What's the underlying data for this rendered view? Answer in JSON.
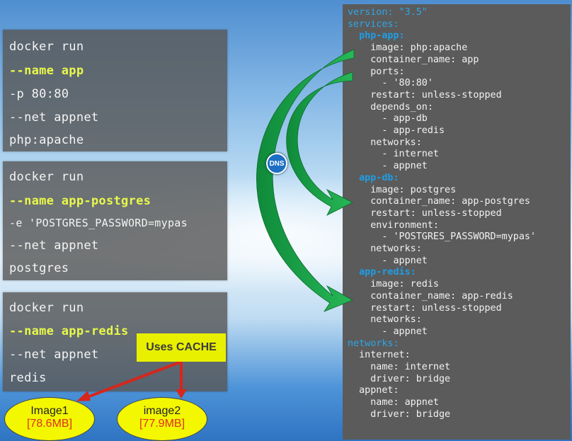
{
  "panels": [
    {
      "lines": [
        "docker run",
        "--name app",
        "-p 80:80",
        "--net appnet",
        "php:apache"
      ]
    },
    {
      "lines": [
        "docker run",
        "--name app-postgres",
        "-e 'POSTGRES_PASSWORD=mypas",
        "--net appnet",
        "postgres"
      ]
    },
    {
      "lines": [
        "docker run",
        "--name app-redis",
        "--net appnet",
        "redis"
      ]
    }
  ],
  "callout": {
    "label": "Uses CACHE"
  },
  "images": [
    {
      "name": "Image1",
      "size": "[78.6MB]"
    },
    {
      "name": "image2",
      "size": "[77.9MB]"
    }
  ],
  "dns": {
    "label": "DNS"
  },
  "yaml": {
    "lines": [
      "version: \"3.5\"",
      "services:",
      "  php-app:",
      "    image: php:apache",
      "    container_name: app",
      "    ports:",
      "      - '80:80'",
      "    restart: unless-stopped",
      "    depends_on:",
      "      - app-db",
      "      - app-redis",
      "    networks:",
      "      - internet",
      "      - appnet",
      "  app-db:",
      "    image: postgres",
      "    container_name: app-postgres",
      "    restart: unless-stopped",
      "    environment:",
      "      - 'POSTGRES_PASSWORD=mypas'",
      "    networks:",
      "      - appnet",
      "  app-redis:",
      "    image: redis",
      "    container_name: app-redis",
      "    restart: unless-stopped",
      "    networks:",
      "      - appnet",
      "networks:",
      "  internet:",
      "    name: internet",
      "    driver: bridge",
      "  appnet:",
      "    name: appnet",
      "    driver: bridge"
    ]
  },
  "colors": {
    "highlight": "#e8f84a",
    "yaml_key": "#2ea6e8",
    "arrow_green": "#1aa04a",
    "arrow_red": "#d7261b"
  }
}
